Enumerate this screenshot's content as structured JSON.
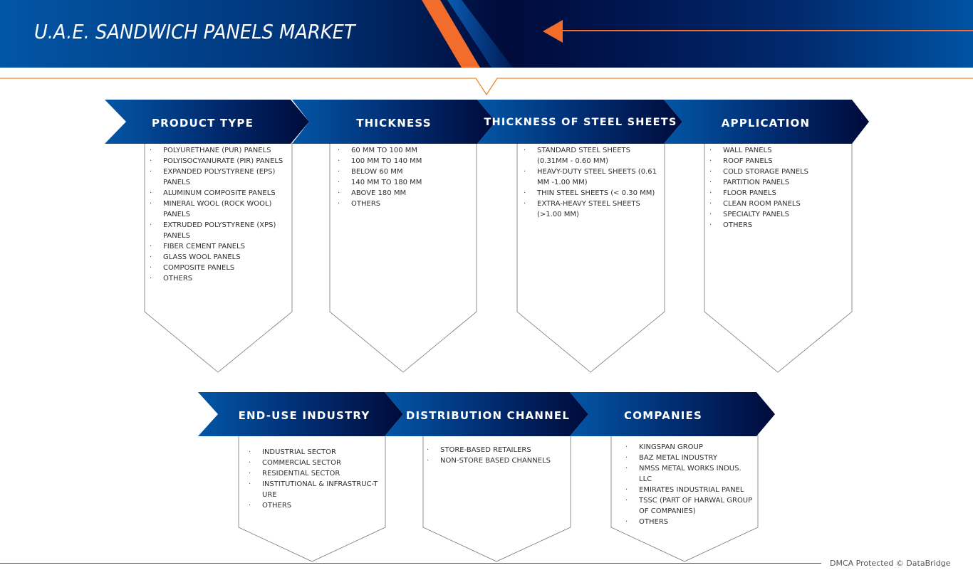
{
  "header": {
    "title": "U.A.E. SANDWICH PANELS MARKET",
    "colors": {
      "navy": "#000b3a",
      "blue": "#0256a6",
      "orange": "#f26c2c"
    }
  },
  "segments_row1": [
    {
      "title": "PRODUCT TYPE",
      "items": [
        "POLYURETHANE (PUR) PANELS",
        "POLYISOCYANURATE (PIR) PANELS",
        "EXPANDED POLYSTYRENE (EPS) PANELS",
        "ALUMINUM COMPOSITE PANELS",
        "MINERAL WOOL (ROCK WOOL) PANELS",
        "EXTRUDED POLYSTYRENE (XPS) PANELS",
        "FIBER CEMENT PANELS",
        "GLASS WOOL PANELS",
        "COMPOSITE PANELS",
        "OTHERS"
      ]
    },
    {
      "title": "THICKNESS",
      "items": [
        "60 MM TO 100 MM",
        "100 MM TO 140 MM",
        "BELOW 60 MM",
        "140 MM TO 180 MM",
        "ABOVE 180 MM",
        "OTHERS"
      ]
    },
    {
      "title": "THICKNESS OF STEEL SHEETS",
      "items": [
        "STANDARD STEEL SHEETS (0.31MM - 0.60 MM)",
        "HEAVY-DUTY STEEL SHEETS (0.61 MM -1.00 MM)",
        "THIN STEEL SHEETS (< 0.30 MM)",
        "EXTRA-HEAVY STEEL SHEETS (>1.00 MM)"
      ]
    },
    {
      "title": "APPLICATION",
      "items": [
        "WALL PANELS",
        "ROOF PANELS",
        "COLD STORAGE PANELS",
        "PARTITION PANELS",
        "FLOOR PANELS",
        "CLEAN ROOM PANELS",
        "SPECIALTY PANELS",
        "OTHERS"
      ]
    }
  ],
  "segments_row2": [
    {
      "title": "END-USE INDUSTRY",
      "items": [
        "INDUSTRIAL SECTOR",
        "COMMERCIAL SECTOR",
        "RESIDENTIAL SECTOR",
        "INSTITUTIONAL & INFRASTRUC-TURE",
        "OTHERS"
      ]
    },
    {
      "title": "DISTRIBUTION CHANNEL",
      "items": [
        "STORE-BASED RETAILERS",
        "NON-STORE BASED CHANNELS"
      ]
    },
    {
      "title": "COMPANIES",
      "items": [
        "KINGSPAN GROUP",
        "BAZ METAL INDUSTRY",
        "NMSS METAL WORKS INDUS. LLC",
        "EMIRATES INDUSTRIAL PANEL",
        "TSSC (PART OF HARWAL GROUP OF COMPANIES)",
        "OTHERS"
      ]
    }
  ],
  "footer": {
    "text": "DMCA Protected © DataBridge"
  }
}
